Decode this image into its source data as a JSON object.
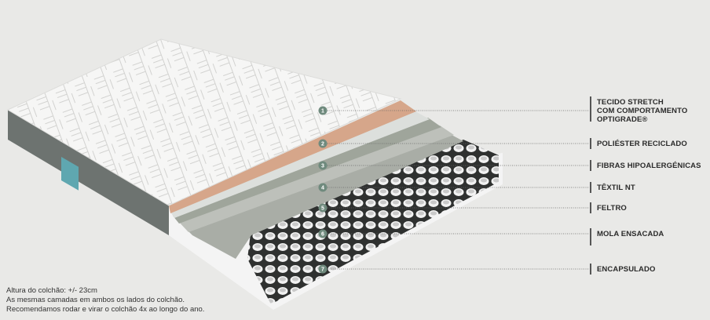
{
  "layers": [
    {
      "number": "1",
      "label_lines": [
        "TECIDO STRETCH",
        "COM COMPORTAMENTO",
        "OPTIGRADE®"
      ]
    },
    {
      "number": "2",
      "label_lines": [
        "POLIÉSTER RECICLADO"
      ]
    },
    {
      "number": "3",
      "label_lines": [
        "FIBRAS HIPOALERGÉNICAS"
      ]
    },
    {
      "number": "4",
      "label_lines": [
        "TÊXTIL NT"
      ]
    },
    {
      "number": "5",
      "label_lines": [
        "FELTRO"
      ]
    },
    {
      "number": "6",
      "label_lines": [
        "MOLA ENSACADA"
      ]
    },
    {
      "number": "7",
      "label_lines": [
        "ENCAPSULADO"
      ]
    }
  ],
  "notes": [
    "Altura do colchão: +/- 23cm",
    "As mesmas camadas em ambos os lados do colchão.",
    "Recomendamos rodar e virar o colchão 4x ao longo do ano."
  ],
  "colors": {
    "background": "#e9e9e7",
    "marker": "#6f8a7d",
    "copper": "#d6a68a",
    "side": "#6d7370"
  }
}
